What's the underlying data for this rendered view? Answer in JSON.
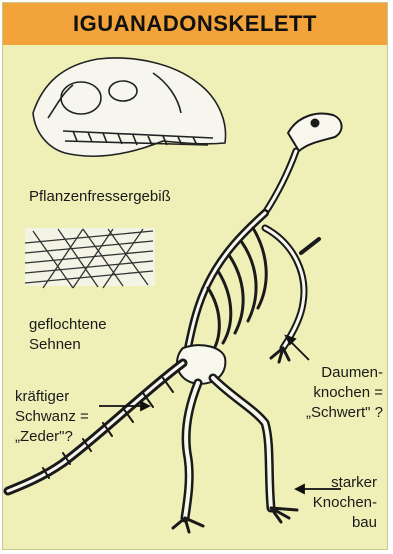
{
  "title": "IGUANADONSKELETT",
  "labels": {
    "skull": "Pflanzenfressergebiß",
    "tendons": "geflochtene\nSehnen",
    "thumb": "Daumen-\nknochen =\n„Schwert\" ?",
    "tail": "kräftiger\nSchwanz =\n„Zeder\"?",
    "bone": "starker\nKnochen-\nbau"
  },
  "colors": {
    "background": "#eef0b7",
    "title_bar": "#f2a43a",
    "ink": "#111111"
  }
}
